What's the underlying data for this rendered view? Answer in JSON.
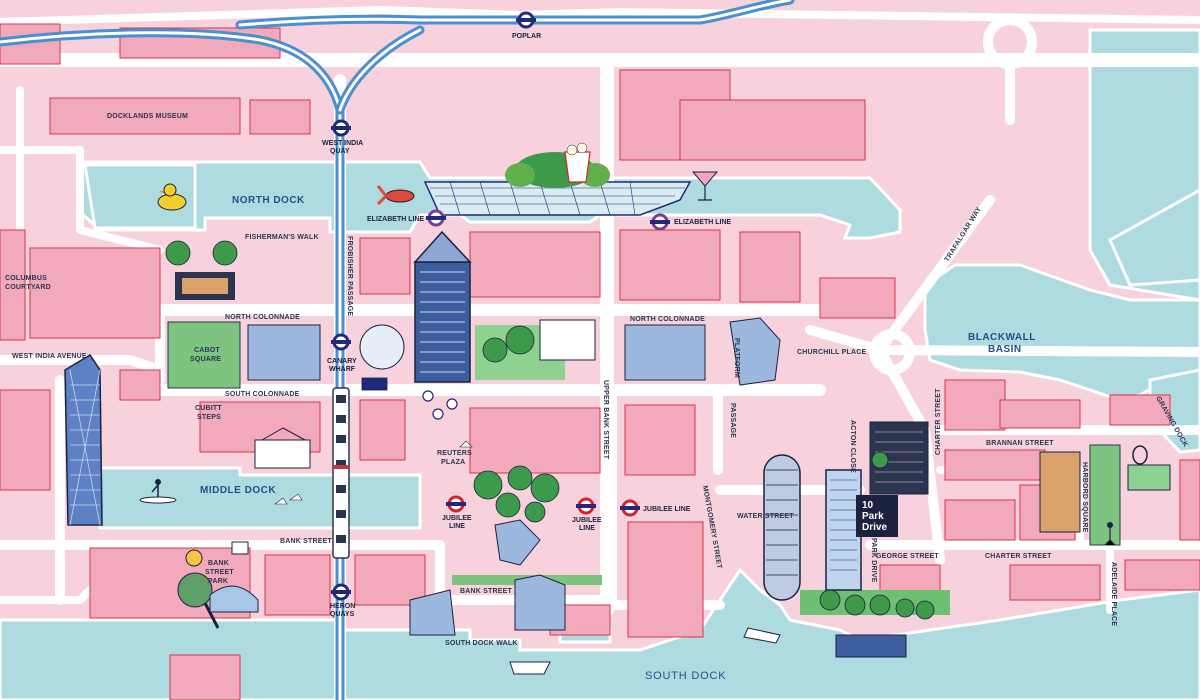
{
  "colors": {
    "land": "#f7d2dc",
    "water": "#aedbe0",
    "road": "#ffffff",
    "building": "#f2a9bb",
    "building_outline": "#d6364a",
    "dlr": "#4a8fd0",
    "underground_red": "#d6202a",
    "underground_blue": "#1f2a7a",
    "park": "#6fbf73",
    "tree": "#3d9a4a"
  },
  "labels": {
    "poplar": "POPLAR",
    "docklands_museum": "DOCKLANDS MUSEUM",
    "west_india_quay": [
      "WEST INDIA",
      "QUAY"
    ],
    "north_dock": "NORTH DOCK",
    "elizabeth_line_w": "ELIZABETH LINE",
    "elizabeth_line_e": "ELIZABETH LINE",
    "fishermans_walk": "FISHERMAN'S WALK",
    "frobisher_passage": "FROBISHER PASSAGE",
    "columbus_courtyard": [
      "COLUMBUS",
      "COURTYARD"
    ],
    "north_colonnade_w": "NORTH COLONNADE",
    "north_colonnade_e": "NORTH COLONNADE",
    "cabot_square": [
      "CABOT",
      "SQUARE"
    ],
    "west_india_avenue": "WEST  INDIA  AVENUE",
    "canary_wharf": [
      "CANARY",
      "WHARF"
    ],
    "south_colonnade": "SOUTH COLONNADE",
    "cubitt_steps": [
      "CUBITT",
      "STEPS"
    ],
    "reuters_plaza": [
      "REUTERS",
      "PLAZA"
    ],
    "upper_bank_street": "UPPER BANK STREET",
    "churchill_place": "CHURCHILL PLACE",
    "blackwall_basin": [
      "BLACKWALL",
      "BASIN"
    ],
    "trafalgar_way": "TRAFALGAR WAY",
    "graving_dock": "GRAVING DOCK",
    "middle_dock": "MIDDLE DOCK",
    "jubilee_line_1": [
      "JUBILEE",
      "LINE"
    ],
    "jubilee_line_2": [
      "JUBILEE",
      "LINE"
    ],
    "jubilee_line_3": "JUBILEE LINE",
    "montgomery_street": "MONTGOMERY STREET",
    "water_street": "WATER STREET",
    "charter_street_v": "CHARTER STREET",
    "brannan_street": "BRANNAN STREET",
    "harbord_square": "HARBORD SQUARE",
    "bank_street_w": "BANK STREET",
    "bank_street_s": "BANK STREET",
    "bank_street_park": [
      "BANK",
      "STREET",
      "PARK"
    ],
    "heron_quays": [
      "HERON",
      "QUAYS"
    ],
    "south_dock_walk": "SOUTH DOCK WALK",
    "south_dock": "SOUTH DOCK",
    "george_street": "GEORGE STREET",
    "charter_street_h": "CHARTER STREET",
    "adelaide_place": "ADELAIDE PLACE",
    "park_drive": "PARK DRIVE",
    "acton_close": "ACTON CLOSE",
    "brannan_lane": "PASSAGE",
    "crossrail_place": "PLATFORM",
    "brand": [
      "10",
      "Park",
      "Drive"
    ]
  },
  "icons": [
    "duck-icon",
    "lobster-icon",
    "cocktail-icon",
    "popcorn-icon",
    "paddleboard-icon",
    "padel-icon",
    "basketball-icon",
    "tennis-icon",
    "boat-icon",
    "clock-icon",
    "gardener-icon"
  ]
}
